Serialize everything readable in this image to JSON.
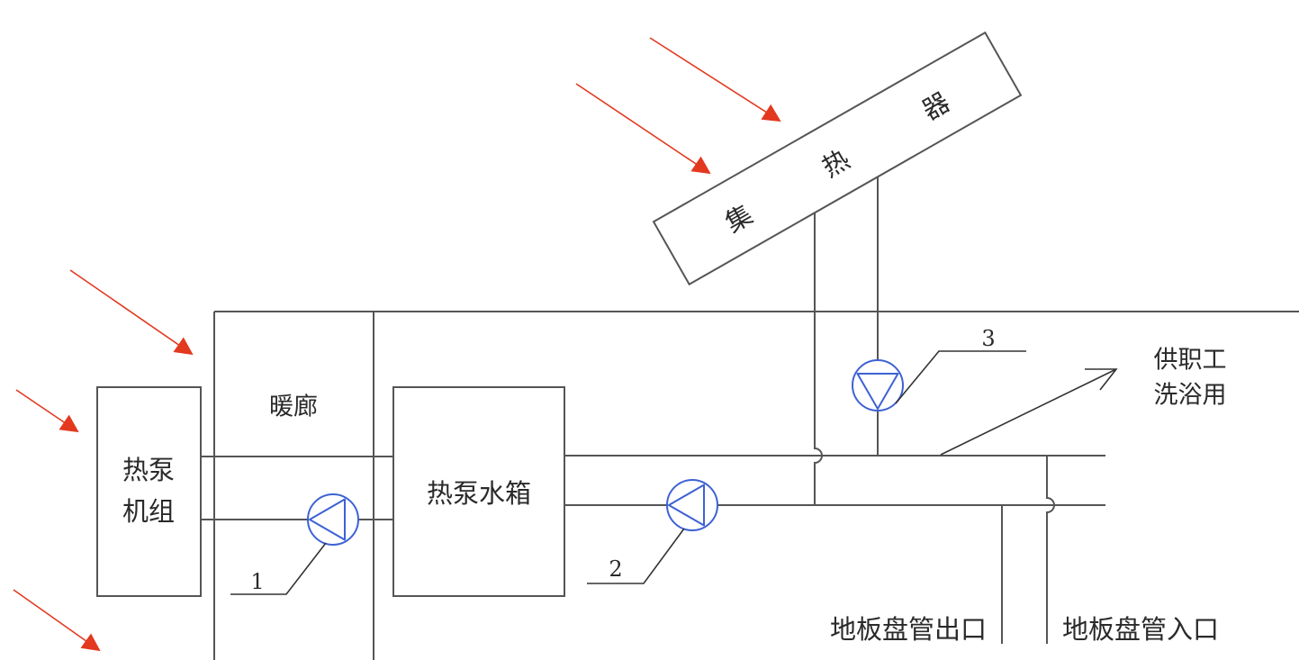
{
  "collector": {
    "chars": [
      "集",
      "热",
      "器"
    ]
  },
  "corridor": {
    "label": "暖廊"
  },
  "heat_pump_unit": {
    "line1": "热泵",
    "line2": "机组"
  },
  "water_tank": {
    "label": "热泵水箱"
  },
  "pumps": [
    {
      "label": "1",
      "icon": "pump-icon"
    },
    {
      "label": "2",
      "icon": "pump-icon"
    },
    {
      "label": "3",
      "icon": "pump-icon"
    }
  ],
  "bath_supply": {
    "line1": "供职工",
    "line2": "洗浴用"
  },
  "floor_coil": {
    "outlet": "地板盘管出口",
    "inlet": "地板盘管入口"
  },
  "colors": {
    "pipe": "#555555",
    "pump": "#3d62d4",
    "sun_arrow": "#e2391f"
  }
}
